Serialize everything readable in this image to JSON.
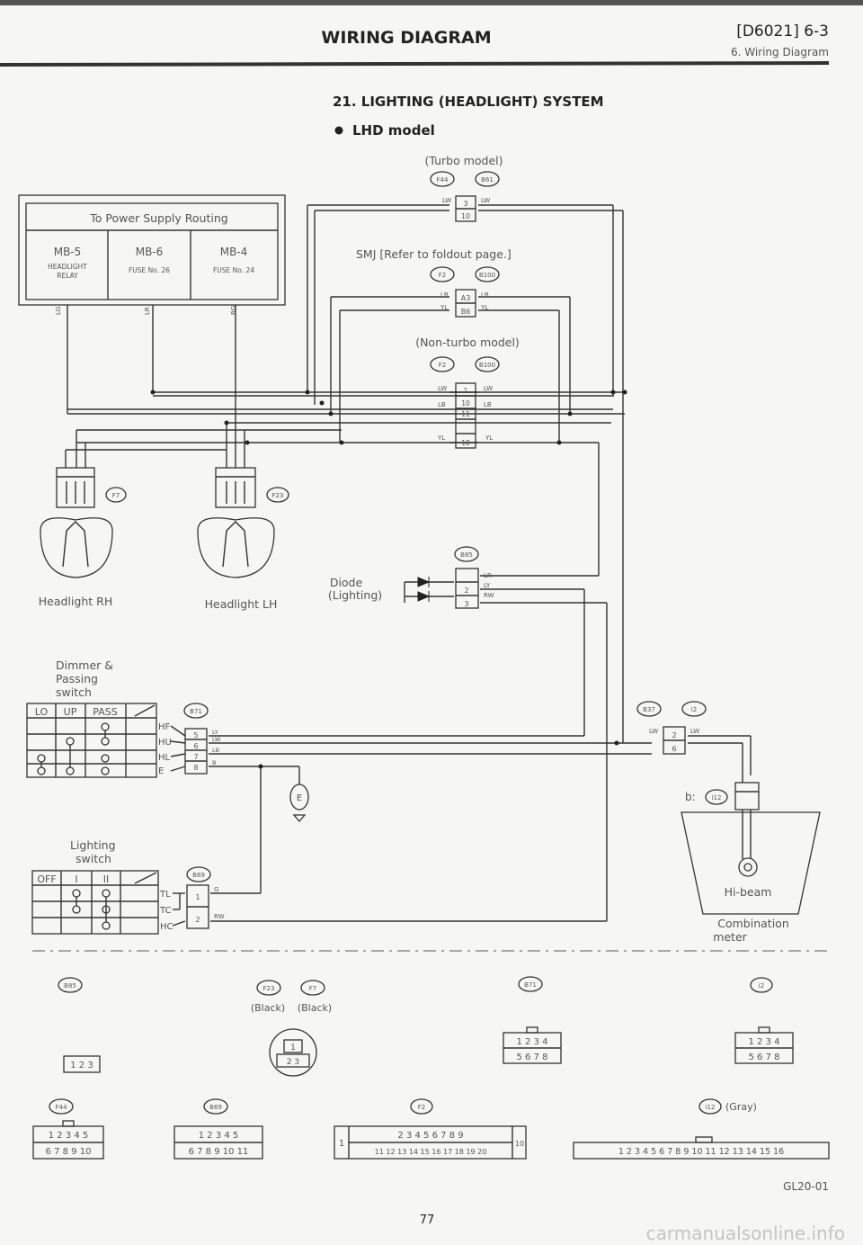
{
  "header": {
    "title": "WIRING DIAGRAM",
    "code": "[D6021] 6-3",
    "subtitle": "6. Wiring Diagram"
  },
  "section": {
    "title": "21. LIGHTING (HEADLIGHT) SYSTEM",
    "model": "LHD model"
  },
  "power": {
    "heading": "To Power Supply Routing",
    "mb5": "MB-5",
    "mb5_sub1": "HEADLIGHT",
    "mb5_sub2": "RELAY",
    "mb6": "MB-6",
    "mb6_sub": "FUSE No. 26",
    "mb4": "MB-4",
    "mb4_sub": "FUSE No. 24",
    "wire1": "LG",
    "wire2": "LR",
    "wire3": "RG"
  },
  "turbo": {
    "label": "(Turbo model)",
    "c1": "F44",
    "c2": "B61",
    "w1": "LW",
    "w2": "LW",
    "p1": "3",
    "p2": "10"
  },
  "smj": {
    "label": "SMJ [Refer to foldout page.]",
    "c1": "F2",
    "c2": "B100",
    "w1": "LB",
    "w2": "YL",
    "w3": "LB",
    "w4": "YL",
    "p1": "A3",
    "p2": "B6"
  },
  "nonturbo": {
    "label": "(Non-turbo model)",
    "c1": "F2",
    "c2": "B100",
    "w1": "LW",
    "w2": "LB",
    "w3": "LW",
    "w4": "LB",
    "w5": "YL",
    "w6": "YL",
    "p1": "1",
    "p2": "10",
    "p3": "11",
    "p4": "18"
  },
  "headlight_rh": {
    "label": "Headlight RH",
    "conn": "F7"
  },
  "headlight_lh": {
    "label": "Headlight LH",
    "conn": "F23"
  },
  "diode": {
    "label1": "Diode",
    "label2": "(Lighting)",
    "conn": "B85",
    "p1": "2",
    "p2": "3",
    "w1": "LR",
    "w2": "LY",
    "w3": "RW"
  },
  "dimmer": {
    "label1": "Dimmer &",
    "label2": "Passing",
    "label3": "switch",
    "cols": [
      "LO",
      "UP",
      "PASS"
    ],
    "rows": [
      "HF",
      "HU",
      "HL",
      "E"
    ],
    "conn": "B71",
    "pins": [
      "5",
      "6",
      "7",
      "8"
    ],
    "wires": [
      "LY",
      "LW",
      "LB",
      "B"
    ],
    "ground": "E"
  },
  "lighting": {
    "label1": "Lighting",
    "label2": "switch",
    "cols": [
      "OFF",
      "I",
      "II"
    ],
    "rows": [
      "TL",
      "TC",
      "HC"
    ],
    "conn": "B69",
    "pins": [
      "1",
      "2"
    ],
    "wires": [
      "G",
      "RW"
    ]
  },
  "meter": {
    "c1": "B37",
    "c2": "i2",
    "w1": "LW",
    "w2": "LW",
    "p1": "2",
    "p2": "6",
    "b_label": "b:",
    "b_conn": "i12",
    "hibeam": "Hi-beam",
    "label1": "Combination",
    "label2": "meter"
  },
  "legend": {
    "b85": "B85",
    "b85_pins": "1 2 3",
    "f23": "F23",
    "f7": "F7",
    "black1": "(Black)",
    "black2": "(Black)",
    "hl_pins_top": "1",
    "hl_pins_bottom": "2 3",
    "b71": "B71",
    "b71_top": "1 2 3 4",
    "b71_bottom": "5 6 7 8",
    "i2": "i2",
    "i2_top": "1 2 3 4",
    "i2_bottom": "5 6 7 8",
    "f44": "F44",
    "f44_top": "1 2 3 4 5",
    "f44_bottom": "6 7 8 9 10",
    "b69": "B69",
    "b69_top": "1 2 3 4 5",
    "b69_bottom": "6 7 8 9 10 11",
    "f2": "F2",
    "f2_top": "2 3 4 5 6 7 8 9",
    "f2_bottom": "11 12 13 14 15 16 17 18 19 20",
    "f2_left": "1",
    "f2_right": "10",
    "i12": "i12",
    "i12_gray": "(Gray)",
    "i12_pins": "1 2 3 4 5 6 7 8 9 10 11 12 13 14 15 16"
  },
  "footer": {
    "code": "GL20-01",
    "page": "77",
    "watermark": "carmanualsonline.info"
  }
}
